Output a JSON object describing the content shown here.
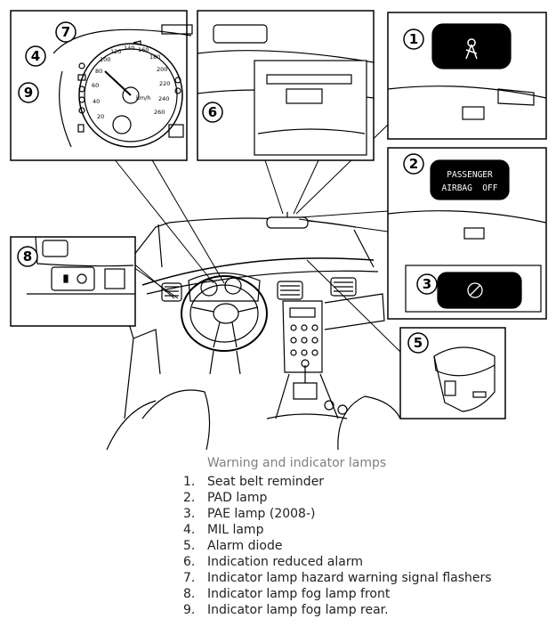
{
  "callouts": [
    "1",
    "2",
    "3",
    "4",
    "5",
    "6",
    "7",
    "8",
    "9"
  ],
  "speedo": {
    "unit": "km/h",
    "ticks": [
      "20",
      "40",
      "60",
      "80",
      "100",
      "120",
      "140",
      "160",
      "180",
      "200",
      "220",
      "240",
      "260"
    ]
  },
  "panel2": {
    "line1": "PASSENGER",
    "line2": "AIRBAG  OFF"
  },
  "caption": {
    "title": "Warning and indicator lamps",
    "items": [
      {
        "num": "1.",
        "text": "Seat belt reminder"
      },
      {
        "num": "2.",
        "text": "PAD lamp"
      },
      {
        "num": "3.",
        "text": "PAE lamp (2008-)"
      },
      {
        "num": "4.",
        "text": "MIL lamp"
      },
      {
        "num": "5.",
        "text": "Alarm diode"
      },
      {
        "num": "6.",
        "text": "Indication reduced alarm"
      },
      {
        "num": "7.",
        "text": "Indicator lamp hazard warning signal flashers"
      },
      {
        "num": "8.",
        "text": "Indicator lamp fog lamp front"
      },
      {
        "num": "9.",
        "text": "Indicator lamp fog lamp rear."
      }
    ]
  }
}
